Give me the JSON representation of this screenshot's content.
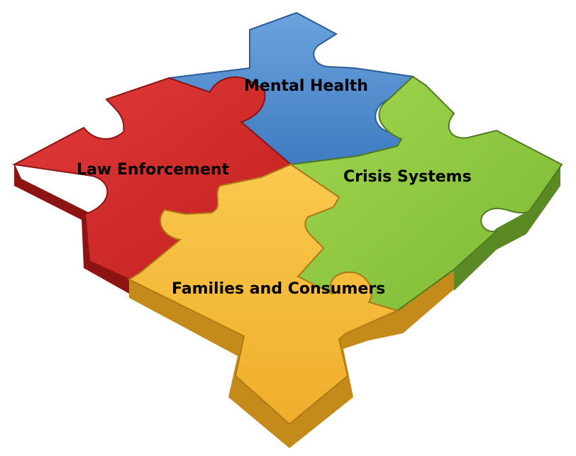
{
  "pieces": {
    "mental_health": {
      "label": "Mental Health",
      "color": "#4a86c8",
      "side_color": "#2f5f95"
    },
    "law_enforcement": {
      "label": "Law Enforcement",
      "color": "#d42a2a",
      "side_color": "#8e1414"
    },
    "crisis_systems": {
      "label": "Crisis Systems",
      "color": "#8cc63f",
      "side_color": "#5b8a24"
    },
    "families_consumers": {
      "label": "Families and Consumers",
      "color": "#f5b935",
      "side_color": "#c48a1a"
    }
  }
}
